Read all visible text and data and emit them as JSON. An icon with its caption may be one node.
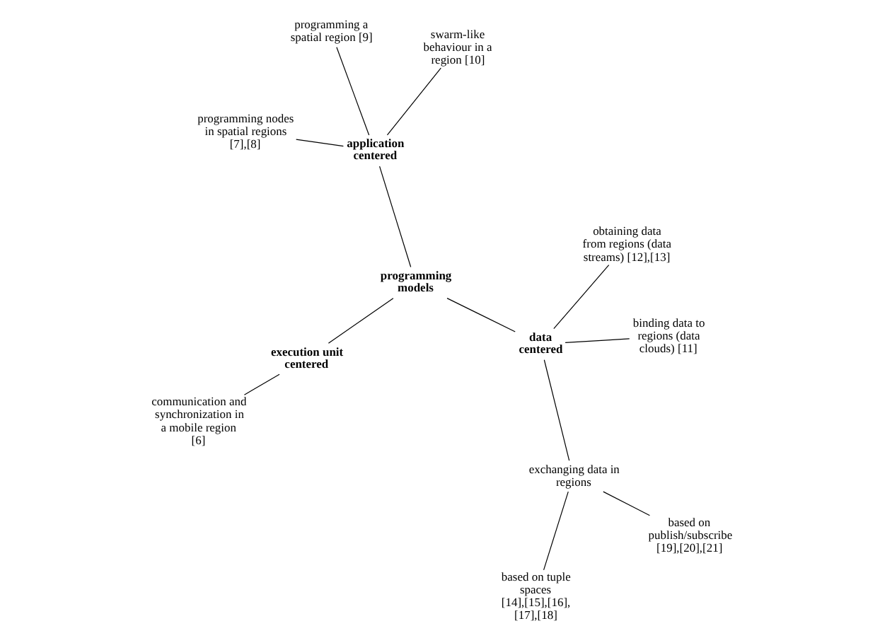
{
  "diagram": {
    "nodes": [
      {
        "text": [
          "programming nodes in spatial regions [7],[8]"
        ]
      },
      {
        "text": [
          "swarm-like behaviour in a region [10]"
        ]
      },
      {
        "text": [
          "communication and synchronization in a mobile region [6]"
        ]
      },
      {
        "text": [
          "application centered"
        ]
      },
      {
        "text": [
          "programming a spatial region [9]"
        ]
      },
      {
        "text": [
          "execution unit centered"
        ]
      },
      {
        "text": [
          "programming models"
        ]
      },
      {
        "text": [
          "data centered"
        ]
      },
      {
        "text": [
          "exchanging data in regions"
        ]
      },
      {
        "text": [
          "based on publish/subscribe [19],[20],[21]"
        ]
      },
      {
        "text": [
          "based on tuple spaces [14],[15],[16], [17],[18]"
        ]
      },
      {
        "text": [
          "obtaining data from regions (data streams) [12],[13]"
        ]
      },
      {
        "text": [
          "binding data to regions (data clouds) [11]"
        ]
      }
    ],
    "edges": [
      {
        "from": 5,
        "to": 2,
        "arrow": "none"
      },
      {
        "from": 5,
        "to": 6,
        "arrow": "none"
      },
      {
        "from": 6,
        "to": 3,
        "arrow": "none"
      },
      {
        "from": 3,
        "to": 0,
        "arrow": "none"
      },
      {
        "from": 3,
        "to": 1,
        "arrow": "none"
      },
      {
        "from": 3,
        "to": 4,
        "arrow": "none"
      },
      {
        "from": 6,
        "to": 7,
        "arrow": "none"
      },
      {
        "from": 7,
        "to": 8,
        "arrow": "none"
      },
      {
        "from": 8,
        "to": 9,
        "arrow": "none"
      },
      {
        "from": 8,
        "to": 10,
        "arrow": "none"
      },
      {
        "from": 7,
        "to": 11,
        "arrow": "none"
      },
      {
        "from": 7,
        "to": 12,
        "arrow": "none"
      }
    ]
  }
}
